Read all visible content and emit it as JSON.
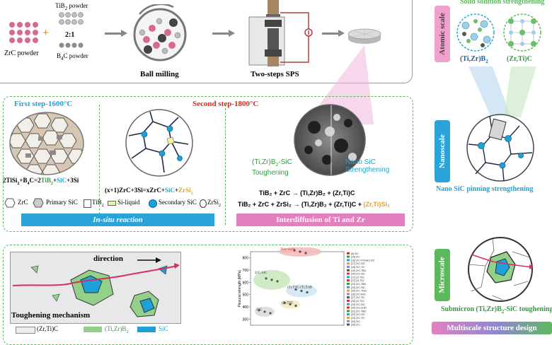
{
  "process": {
    "zrc_label": "ZrC powder",
    "tib2_label": "TiB",
    "tib2_sub": "2",
    "tib2_suffix": " powder",
    "ratio": "2:1",
    "b4c_label": "B",
    "b4c_sub": "4",
    "b4c_suffix": "C powder",
    "ball_milling": "Ball milling",
    "sps": "Two-steps SPS"
  },
  "right_column": {
    "solid_solution_title": "Solid solution strengthening",
    "atomic_scale": "Atomic scale",
    "tizrb2_label": "(Ti,Zr)B",
    "tizrb2_sub": "2",
    "zrtic_label": "(Zr,Ti)C",
    "nanoscale": "Nanoscale",
    "nano_pinning": "Nano SiC pinning strengthening",
    "microscale": "Microscale",
    "submicron_label": "Submicron (Ti,Zr)B",
    "submicron_sub": "2",
    "submicron_suffix": "-SiC toughening",
    "bottom_banner": "Multiscale structure design"
  },
  "middle": {
    "first_step": "First step-1600°C",
    "second_step": "Second step-1800°C",
    "eq1_a": "2TiSi",
    "eq1_sub1": "2",
    "eq1_b": "+B",
    "eq1_sub2": "4",
    "eq1_c": "C=2",
    "eq1_d": "TiB",
    "eq1_sub3": "2",
    "eq1_e": "+",
    "eq1_f": "SiC",
    "eq1_g": "+3Si",
    "eq2_a": "(x+1)ZrC+3Si=xZrC+",
    "eq2_b": "SiC",
    "eq2_c": "+",
    "eq2_d": "ZrSi",
    "eq2_sub": "2",
    "sem_left_label_1": "(Ti,Zr)B",
    "sem_left_sub": "2",
    "sem_left_label_2": "-SiC",
    "sem_left_label_3": "Toughening",
    "sem_right_label_1": "Nano SiC",
    "sem_right_label_2": "Strengthening",
    "rx1": "TiB₂ + ZrC → (Ti,Zr)B₂ + (Zr,Ti)C",
    "rx2_a": "TiB₂ + ZrC + ZrSi₂ → (Ti,Zr)B₂ + (Zr,Ti)C + ",
    "rx2_b": "(Zr,Ti)Si₂",
    "legend": {
      "zrc": "ZrC",
      "primary_sic": "Primary SiC",
      "tib2": "TiB",
      "tib2_sub": "2",
      "si_liquid": "Si-liquid",
      "secondary_sic": "Secondary SiC",
      "zrsi2": "ZrSi",
      "zrsi2_sub": "2"
    },
    "insitu_banner": "In-situ reaction",
    "interdiffusion_banner": "Interdiffusion of Ti and Zr"
  },
  "bottom": {
    "direction": "direction",
    "toughening_mechanism": "Toughening mechanism",
    "legend_zrtic": "(Zr,Ti)C",
    "legend_tizrb2": "(Ti,Zr)B",
    "legend_tizrb2_sub": "2",
    "legend_sic": "SiC",
    "chart_ylabel": "Flexural strength (MPa)",
    "this_work": "This work",
    "region_zrc_sic": "ZrC-SiC",
    "region_zrc": "ZrC",
    "region_zrtic": "(Zr,Ti)C",
    "region_mix": "(Zr,Ti)C-(Ti,Zr)B",
    "region_mix_sub": "2",
    "region_zrc2": "ZrC"
  },
  "colors": {
    "green_dashed": "#5cb85c",
    "pink_dashed": "#e889c4",
    "red_text": "#e0271f",
    "cyan_text": "#1aa6d9",
    "blue_banner": "#29a3d8",
    "pink_banner": "#e47fbf",
    "sic_blue": "#1ea0d8",
    "tib2_green": "#93d08a",
    "zrsi2_orange": "#e6a02a"
  },
  "chart_data": {
    "type": "scatter",
    "title": "",
    "xlabel": "",
    "ylabel": "Flexural strength (MPa)",
    "y_ticks": [
      "300",
      "400",
      "500",
      "600",
      "700",
      "800"
    ],
    "ylim": [
      250,
      850
    ],
    "series": [
      {
        "name": "This work",
        "values": [
          850
        ]
      },
      {
        "name": "ZrC-SiC",
        "values": [
          620
        ]
      },
      {
        "name": "(Zr,Ti)C-(Ti,Zr)B2",
        "values": [
          530
        ]
      },
      {
        "name": "(Zr,Ti)C",
        "values": [
          420
        ]
      },
      {
        "name": "ZrC",
        "values": [
          360
        ]
      }
    ],
    "legend_entries": [
      "[6] ZrC",
      "[15] ZrC",
      "[16] ZrC-Primary SiC",
      "[17] ZrC-SiC",
      "[18] ZrC-TiC",
      "[19] ZrC-TiB2",
      "[20] ZrC-SiC",
      "[21] (Zr,Ti)C",
      "[22] (Zr,Ti)C",
      "[23] ZrC-TiB2",
      "[24] ZrC-SiC",
      "[25] ZrC-TiSi2",
      "[26] ZrC-B4C",
      "[27] ZrC-TiC",
      "[28] (Zr,Ti)C",
      "[29] ZrC-SiC",
      "[30] ZrC-ZrB2",
      "[31] ZrC-TiB2",
      "[32] ZrC-SiC",
      "[33] ZrC-TiC",
      "[34] ZrC",
      "[35] ZrC"
    ]
  }
}
